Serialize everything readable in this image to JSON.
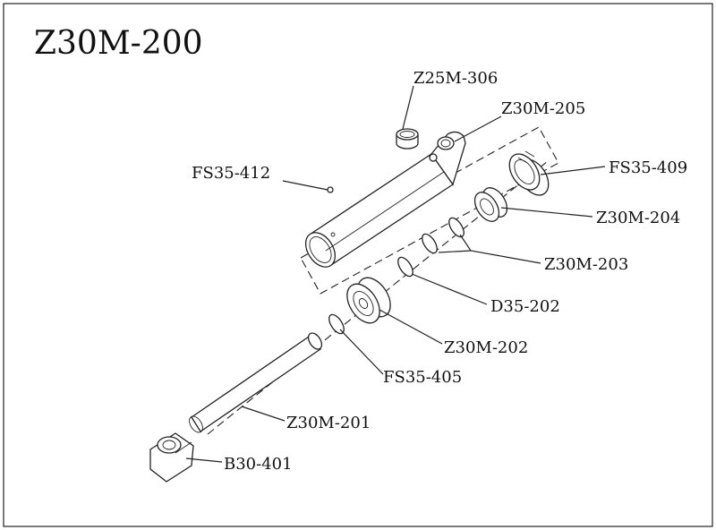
{
  "title": "Z30M-200",
  "labels": {
    "z25m_306": "Z25M-306",
    "z30m_205": "Z30M-205",
    "fs35_412": "FS35-412",
    "fs35_409": "FS35-409",
    "z30m_204": "Z30M-204",
    "z30m_203": "Z30M-203",
    "d35_202": "D35-202",
    "z30m_202": "Z30M-202",
    "fs35_405": "FS35-405",
    "z30m_201": "Z30M-201",
    "b30_401": "B30-401"
  },
  "colors": {
    "line": "#222222",
    "background": "#ffffff"
  }
}
